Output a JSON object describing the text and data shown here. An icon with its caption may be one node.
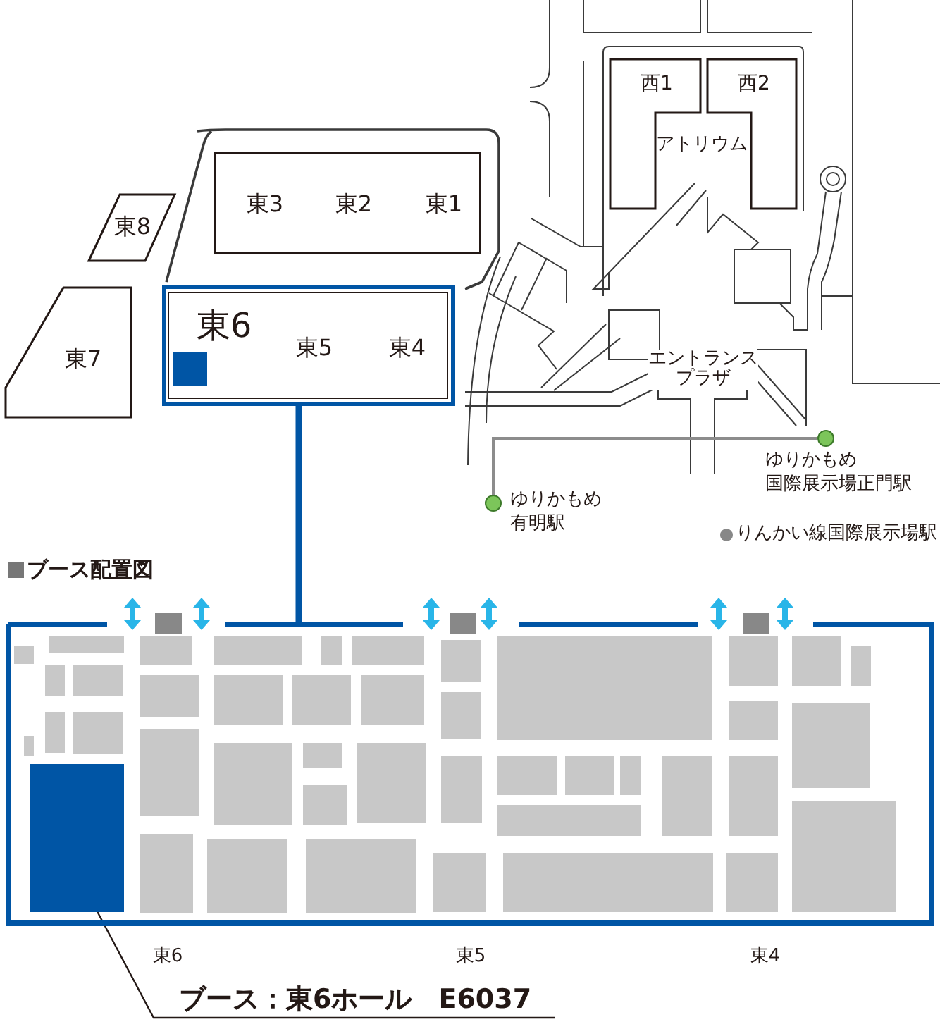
{
  "diagram": {
    "nodes": [
      {
        "text": [
          "東3",
          "東2",
          "東1"
        ]
      },
      {
        "text": [
          "東8"
        ]
      },
      {
        "text": [
          "東7"
        ]
      },
      {
        "text": [
          "東6",
          "東5",
          "東4"
        ]
      },
      {
        "text": [
          "西1"
        ]
      },
      {
        "text": [
          "西2"
        ]
      },
      {
        "text": [],
        "shape": "circle",
        "beside": [
          "ゆりかもめ",
          "有明駅"
        ]
      },
      {
        "text": [],
        "shape": "circle",
        "beside": [
          "ゆりかもめ",
          "国際展示場正門駅"
        ]
      },
      {
        "text": [],
        "shape": "box"
      },
      {
        "text": [],
        "shape": "box",
        "in": 8
      },
      {
        "text": [
          "ブース：東6ホール　E6037"
        ]
      }
    ],
    "edges": [
      {
        "from": 3,
        "to": 8,
        "arrow": "none",
        "style": "thick",
        "color": "#0055a5"
      },
      {
        "from": 6,
        "to": 7,
        "arrow": "none",
        "color": "#8c8c8c"
      },
      {
        "from": 10,
        "to": 9,
        "arrow": "none",
        "color": "#231815"
      }
    ],
    "labels": [
      "アトリウム",
      "エントランスプラザ",
      "りんかい線国際展示場駅",
      "ブース配置図",
      "東6",
      "東5",
      "東4"
    ]
  }
}
